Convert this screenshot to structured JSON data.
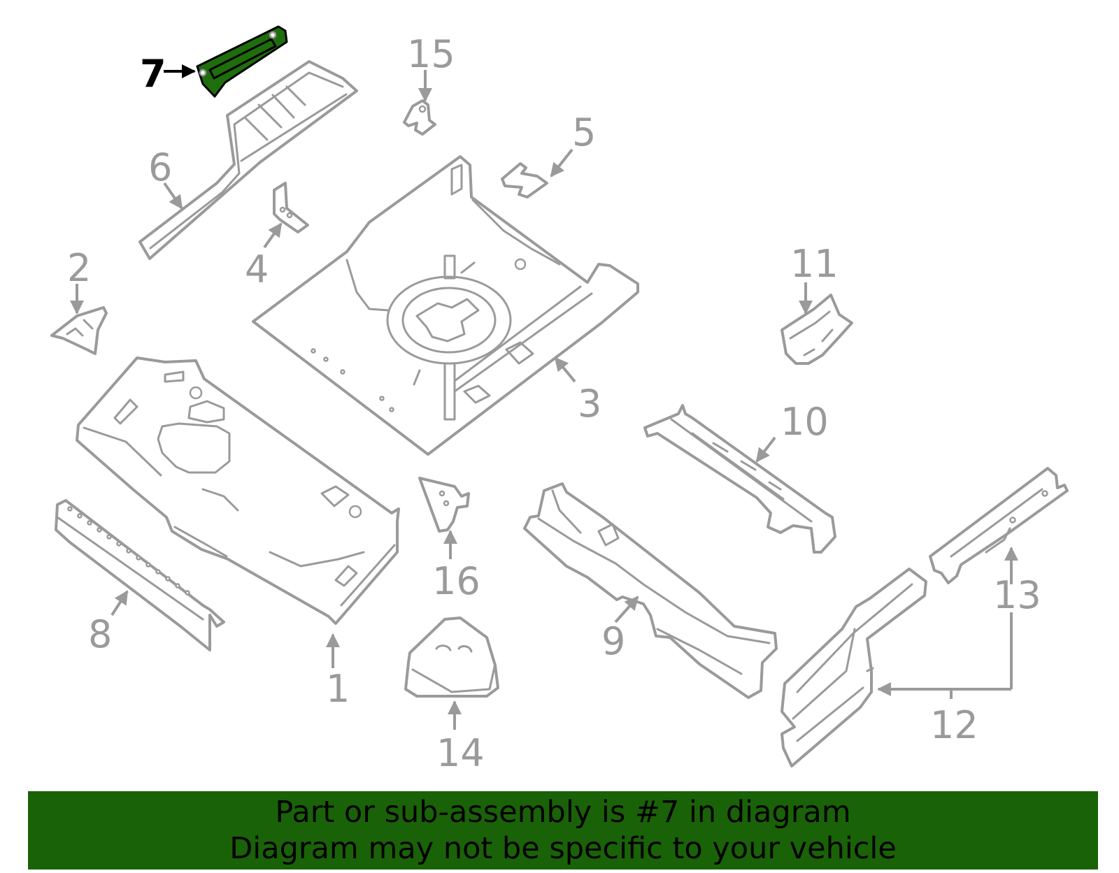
{
  "callouts": [
    "1",
    "2",
    "3",
    "4",
    "5",
    "6",
    "7",
    "8",
    "9",
    "10",
    "11",
    "12",
    "13",
    "14",
    "15",
    "16"
  ],
  "highlighted_part": "7",
  "colors": {
    "highlight_fill": "#1f6e0e",
    "banner_bg": "#1a6208",
    "line_gray": "#9a9a9a",
    "text_dark": "#000000"
  },
  "banner": {
    "line1": "Part or sub-assembly is #7 in diagram",
    "line2": "Diagram may not be specific to your vehicle"
  }
}
